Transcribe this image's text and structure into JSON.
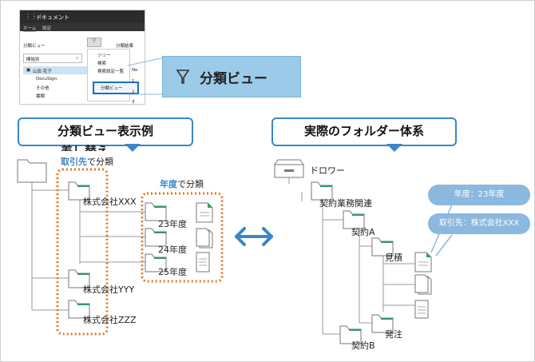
{
  "app": {
    "title": "ドキュメント",
    "tabs": [
      "ホーム",
      "設定"
    ],
    "view_label": "分類ビュー",
    "view_select": "開始別",
    "result_label": "分類結果",
    "col_no": "No",
    "tree": [
      "山田 花子",
      "DocuSign",
      "その他",
      "書類"
    ],
    "menu_items": [
      "ツリー",
      "検索",
      "検索設定一覧",
      "分類ビュー"
    ],
    "row_numbers": [
      "1",
      "2",
      "3"
    ]
  },
  "zoom_label": "分類ビュー",
  "left_heading": "分類ビュー表示例",
  "left_heading_overlap": "差し替え",
  "right_heading": "実際のフォルダー体系",
  "left": {
    "caption_key": "取引先",
    "caption_rest": "で分類",
    "caption2_key": "年度",
    "caption2_rest": "で分類",
    "companies": [
      "株式会社XXX",
      "株式会社YYY",
      "株式会社ZZZ"
    ],
    "years": [
      "23年度",
      "24年度",
      "25年度"
    ]
  },
  "right": {
    "drawer": "ドロワー",
    "root": "契約業務関連",
    "folder_a": "契約A",
    "estimate": "見積",
    "order": "発注",
    "folder_b": "契約B",
    "tag_year": "年度：23年度",
    "tag_client": "取引先：株式会社XXX"
  },
  "colors": {
    "accent_blue": "#3a86c8",
    "orange": "#e8761e",
    "green": "#2e9a6a",
    "pill": "#8ab8df"
  }
}
